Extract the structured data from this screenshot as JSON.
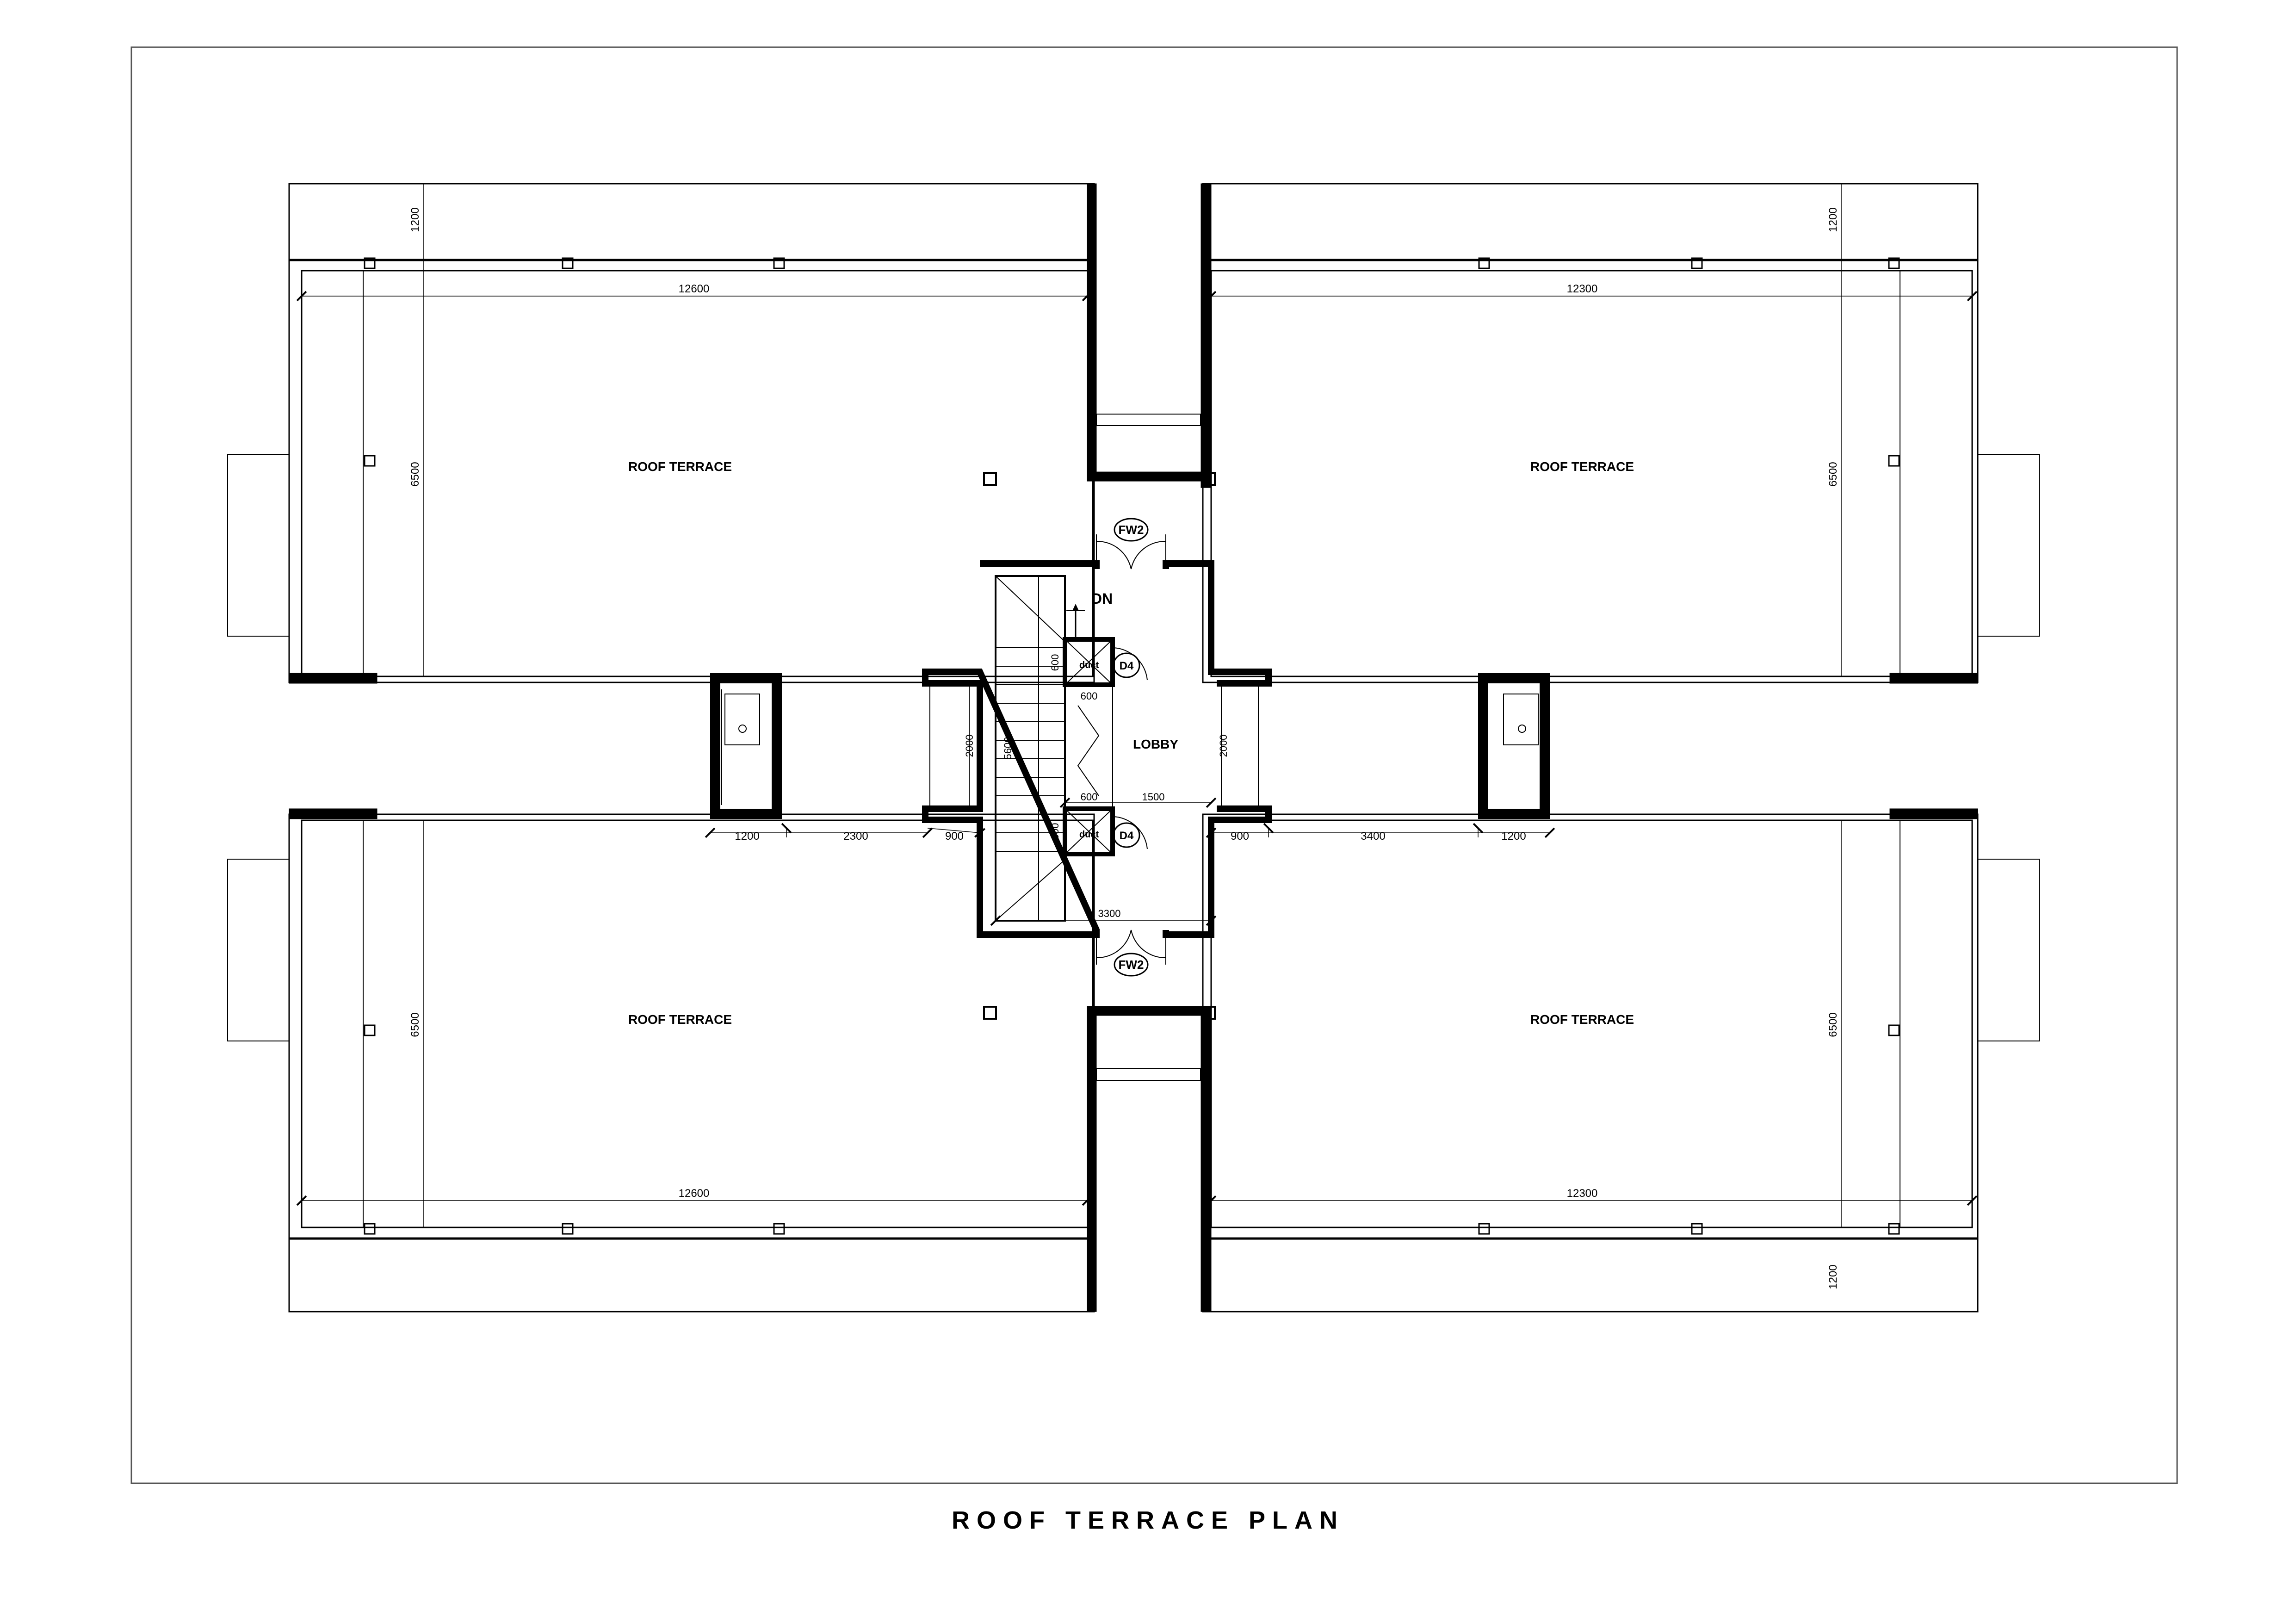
{
  "drawing": {
    "title": "ROOF TERRACE PLAN",
    "labels": {
      "terrace_tl": "ROOF TERRACE",
      "terrace_tr": "ROOF TERRACE",
      "terrace_bl": "ROOF TERRACE",
      "terrace_br": "ROOF TERRACE",
      "lobby": "LOBBY",
      "stair_dn": "DN",
      "duct_top": "duct",
      "duct_bottom": "duct",
      "tag_fw_top": "FW2",
      "tag_fw_bottom": "FW2",
      "tag_d_top": "D4",
      "tag_d_bottom": "D4"
    },
    "dimensions": {
      "width_tl": "12600",
      "width_tr": "12300",
      "width_bl": "12600",
      "width_br": "12300",
      "depth_tl": "6500",
      "depth_tr": "6500",
      "depth_bl": "6500",
      "depth_br": "6500",
      "parapet_tl": "1200",
      "parapet_tr": "1200",
      "parapet_br": "1200",
      "left_1200": "1200",
      "left_2300": "2300",
      "left_900": "900",
      "right_900": "900",
      "right_3400": "3400",
      "right_1200": "1200",
      "stair_5600": "5600",
      "duct_600_a": "600",
      "duct_600_b": "600",
      "duct_600_c": "600",
      "duct_600_d": "600",
      "lobby_1500": "1500",
      "core_3300": "3300",
      "wing_2000_left": "2000",
      "wing_2000_right": "2000"
    }
  }
}
